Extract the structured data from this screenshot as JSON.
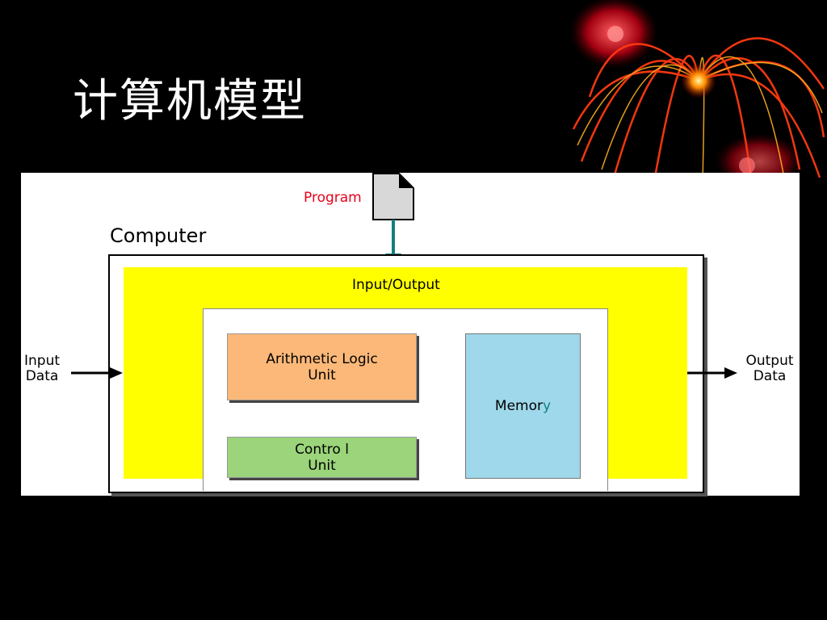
{
  "slide": {
    "title": "计算机模型"
  },
  "diagram": {
    "program_label": "Program",
    "computer_label": "Computer",
    "io_label": "Input/Output",
    "alu_label_line1": "Arithmetic Logic",
    "alu_label_line2": "Unit",
    "control_label_line1": "Contro l",
    "control_label_line2": "Unit",
    "memory_label": "Memor",
    "memory_label_last": "y",
    "input_label_line1": "Input",
    "input_label_line2": "Data",
    "output_label_line1": "Output",
    "output_label_line2": "Data"
  },
  "colors": {
    "background": "#000000",
    "io_yellow": "#ffff00",
    "alu_orange": "#fbb878",
    "control_green": "#9bd47a",
    "memory_blue": "#9ed8ea",
    "program_red": "#e8001c",
    "arrow_teal": "#137f7f"
  },
  "icons": {
    "program": "document-icon",
    "decoration": "firework-decoration"
  }
}
